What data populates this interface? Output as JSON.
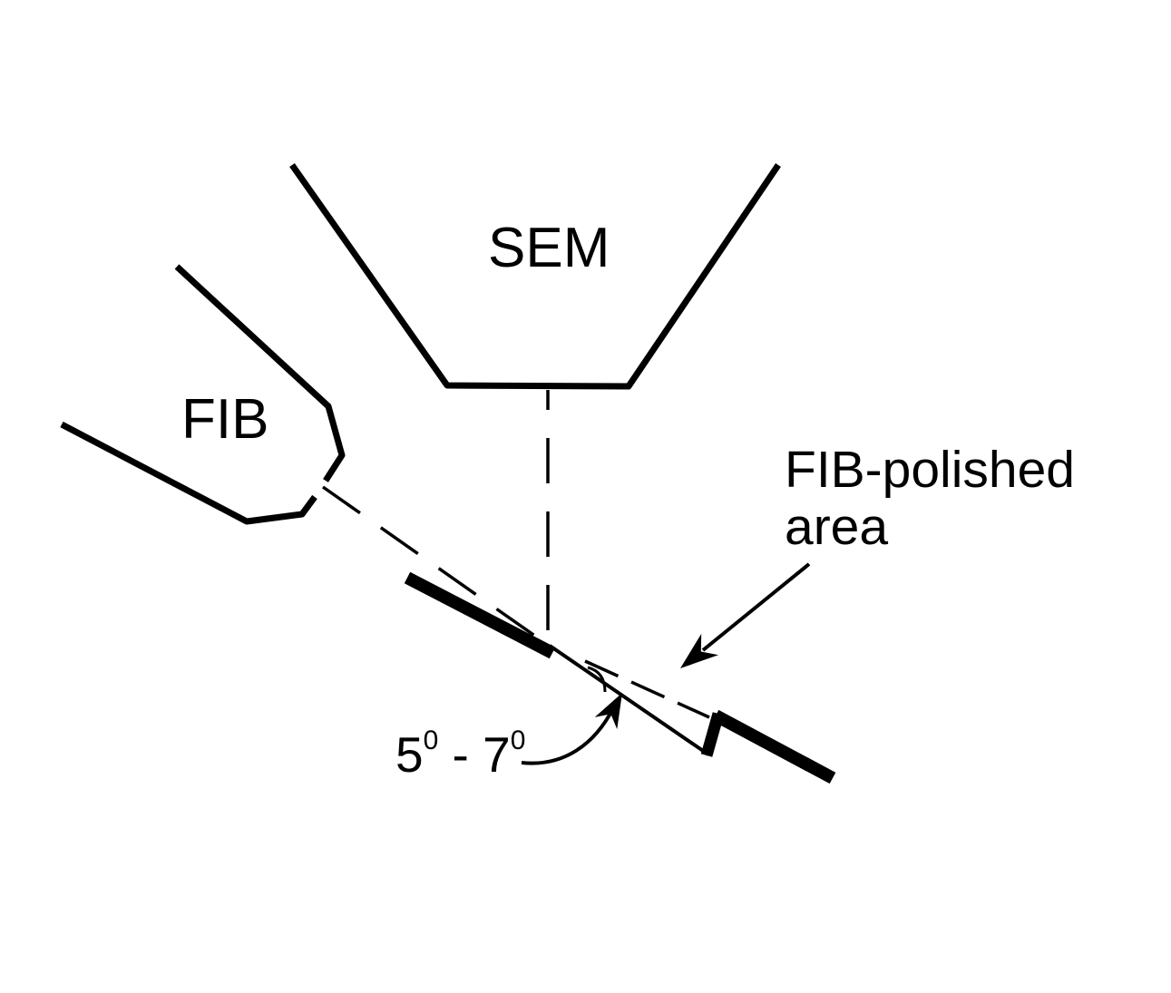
{
  "diagram": {
    "background_color": "#ffffff",
    "line_color": "#000000",
    "sem_label": "SEM",
    "fib_label": "FIB",
    "polished_label_line1": "FIB-polished",
    "polished_label_line2": "area",
    "angle_label": {
      "min": "5",
      "min_sup": "0",
      "separator": " - ",
      "max": "7",
      "max_sup": "0"
    }
  }
}
